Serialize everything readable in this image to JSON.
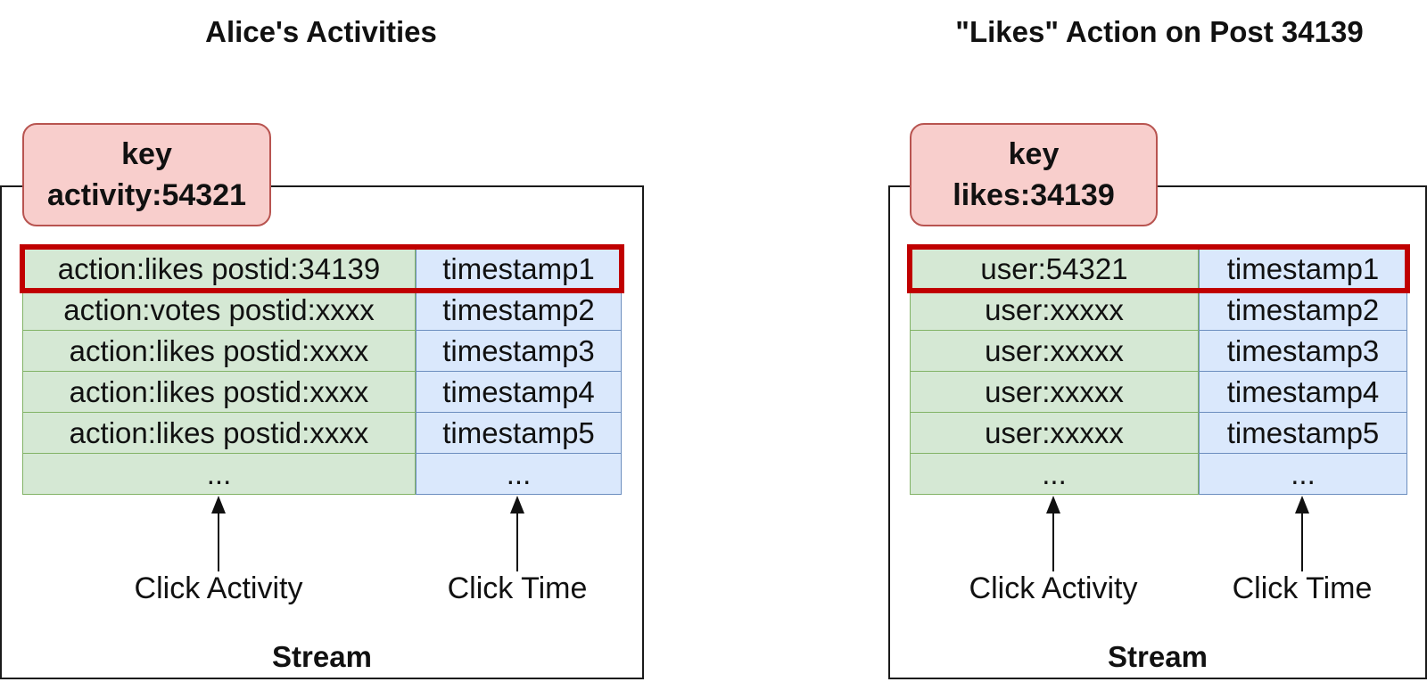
{
  "panels": [
    {
      "title": "Alice's Activities",
      "key_label": "key",
      "key_value": "activity:54321",
      "rows": [
        {
          "left": "action:likes postid:34139",
          "right": "timestamp1"
        },
        {
          "left": "action:votes postid:xxxx",
          "right": "timestamp2"
        },
        {
          "left": "action:likes postid:xxxx",
          "right": "timestamp3"
        },
        {
          "left": "action:likes postid:xxxx",
          "right": "timestamp4"
        },
        {
          "left": "action:likes postid:xxxx",
          "right": "timestamp5"
        },
        {
          "left": "...",
          "right": "..."
        }
      ],
      "captions": {
        "left": "Click Activity",
        "right": "Click Time"
      },
      "stream_label": "Stream"
    },
    {
      "title": "\"Likes\" Action on Post 34139",
      "key_label": "key",
      "key_value": "likes:34139",
      "rows": [
        {
          "left": "user:54321",
          "right": "timestamp1"
        },
        {
          "left": "user:xxxxx",
          "right": "timestamp2"
        },
        {
          "left": "user:xxxxx",
          "right": "timestamp3"
        },
        {
          "left": "user:xxxxx",
          "right": "timestamp4"
        },
        {
          "left": "user:xxxxx",
          "right": "timestamp5"
        },
        {
          "left": "...",
          "right": "..."
        }
      ],
      "captions": {
        "left": "Click Activity",
        "right": "Click Time"
      },
      "stream_label": "Stream"
    }
  ],
  "colors": {
    "key_fill": "#f8cecc",
    "key_border": "#b85450",
    "activity_fill": "#d5e8d4",
    "activity_border": "#82b366",
    "time_fill": "#dae8fc",
    "time_border": "#6c8ebf",
    "highlight": "#c00000"
  }
}
